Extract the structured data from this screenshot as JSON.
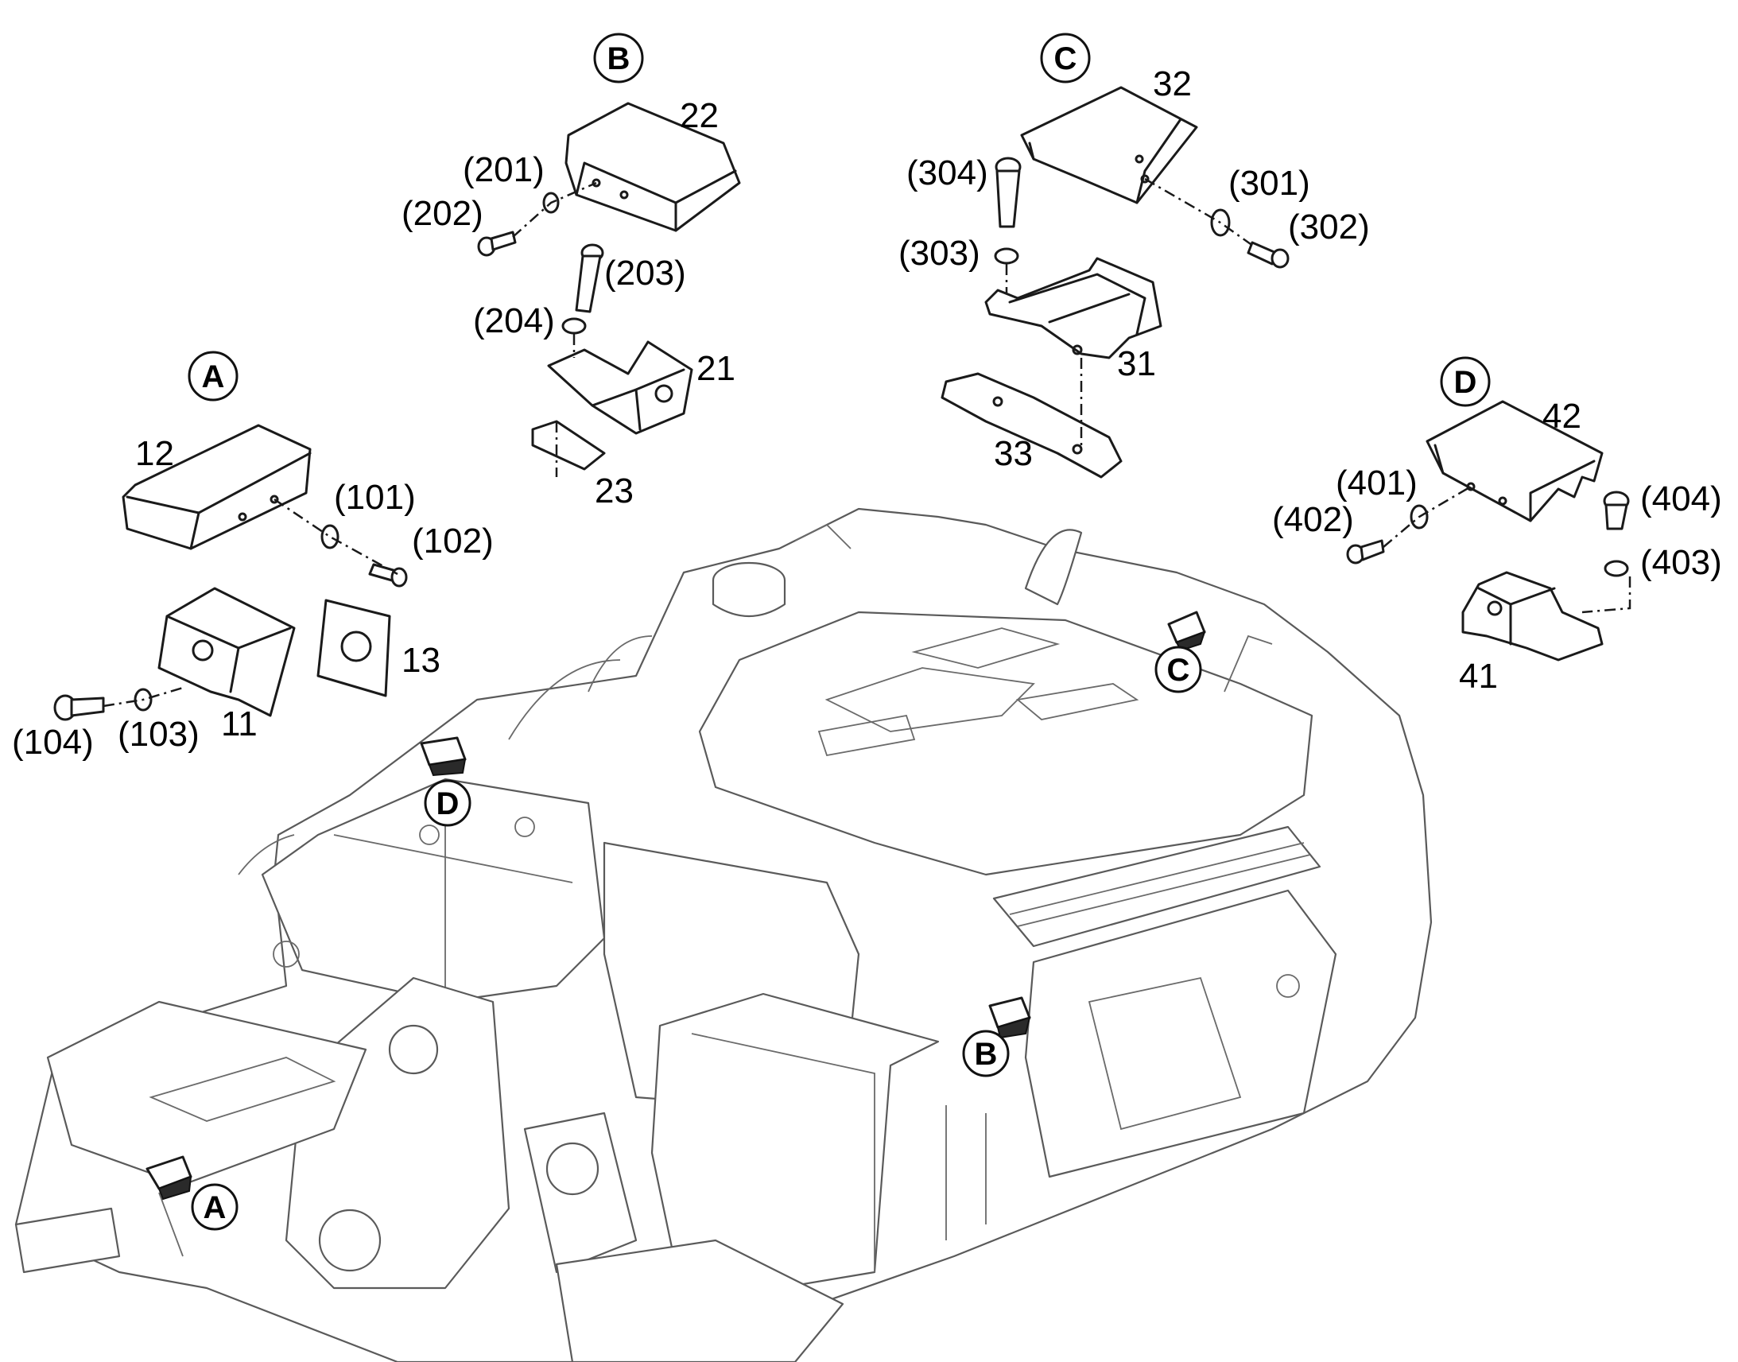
{
  "callouts": {
    "A": "A",
    "B": "B",
    "C": "C",
    "D": "D"
  },
  "parts": {
    "p11": "11",
    "p12": "12",
    "p13": "13",
    "p101": "(101)",
    "p102": "(102)",
    "p103": "(103)",
    "p104": "(104)",
    "p21": "21",
    "p22": "22",
    "p23": "23",
    "p201": "(201)",
    "p202": "(202)",
    "p203": "(203)",
    "p204": "(204)",
    "p31": "31",
    "p32": "32",
    "p33": "33",
    "p301": "(301)",
    "p302": "(302)",
    "p303": "(303)",
    "p304": "(304)",
    "p41": "41",
    "p42": "42",
    "p401": "(401)",
    "p402": "(402)",
    "p403": "(403)",
    "p404": "(404)"
  }
}
